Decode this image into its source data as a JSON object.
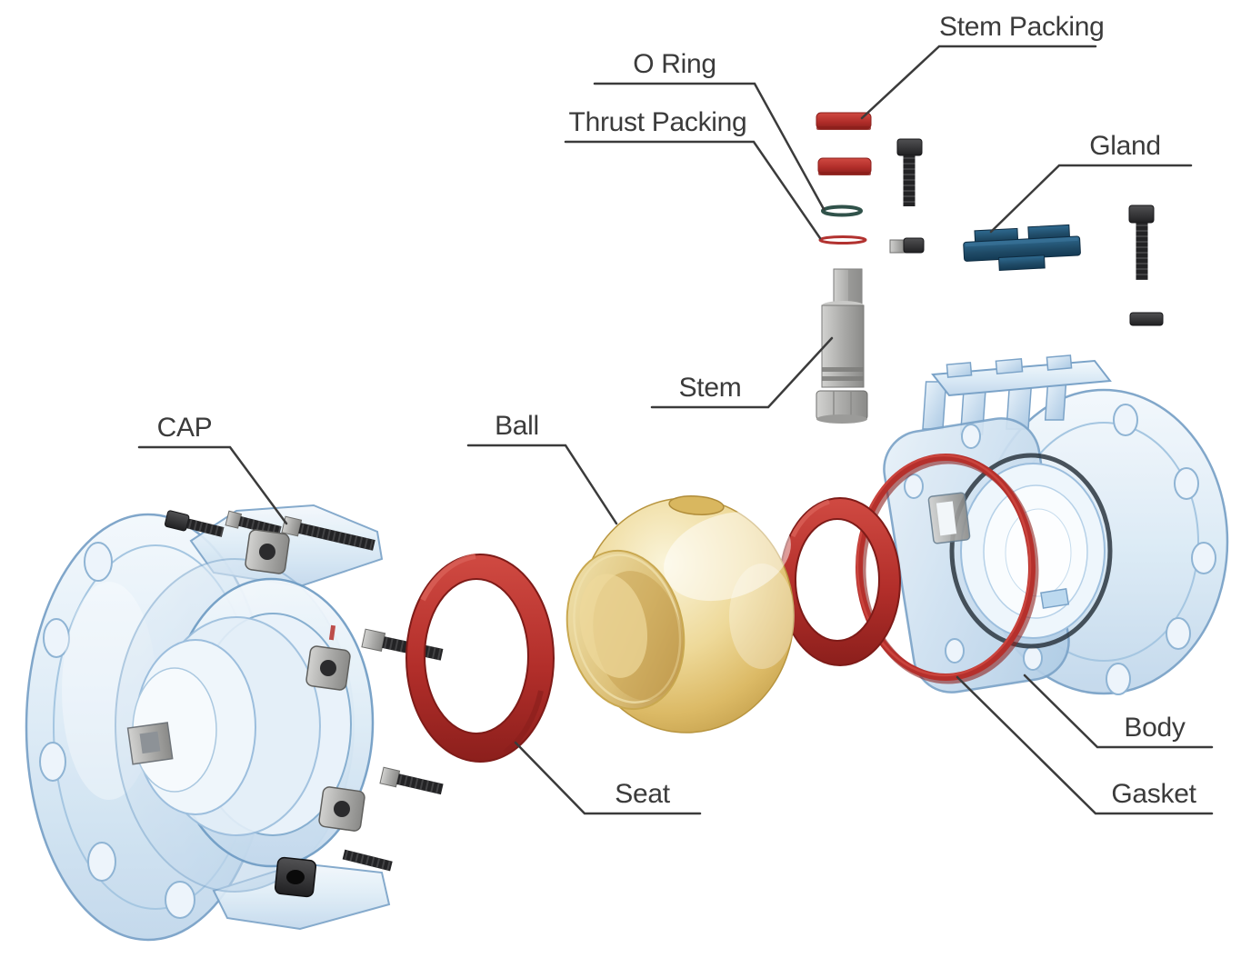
{
  "diagram": {
    "type": "exploded-view-diagram",
    "labels": {
      "stem_packing": "Stem Packing",
      "o_ring": "O Ring",
      "thrust_packing": "Thrust Packing",
      "gland": "Gland",
      "stem": "Stem",
      "ball": "Ball",
      "cap": "CAP",
      "seat": "Seat",
      "body": "Body",
      "gasket": "Gasket"
    },
    "colors": {
      "line_color": "#3b3b3b",
      "seal_red": "#b5302c",
      "ball_gold": "#e3c87f",
      "body_blue": "#cfe2f2",
      "gland_blue": "#1f4a66",
      "stem_gray": "#a9a9a7",
      "hardware_dark": "#2a2a2c",
      "background": "#ffffff"
    }
  }
}
